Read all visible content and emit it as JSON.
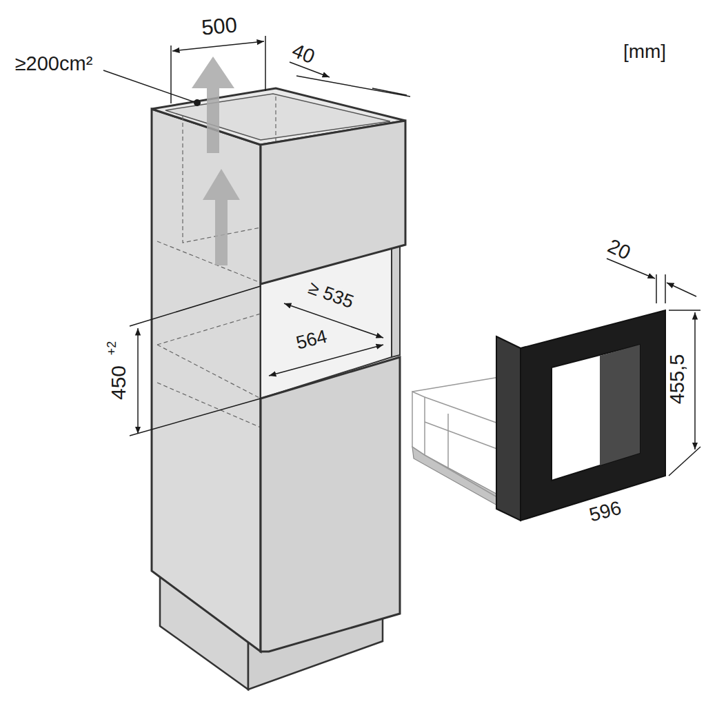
{
  "diagram": {
    "labels": [
      "500",
      "≥200cm²",
      "40",
      "[mm]",
      "≥ 535",
      "564",
      "450",
      "+2",
      "20",
      "455,5",
      "596"
    ]
  }
}
